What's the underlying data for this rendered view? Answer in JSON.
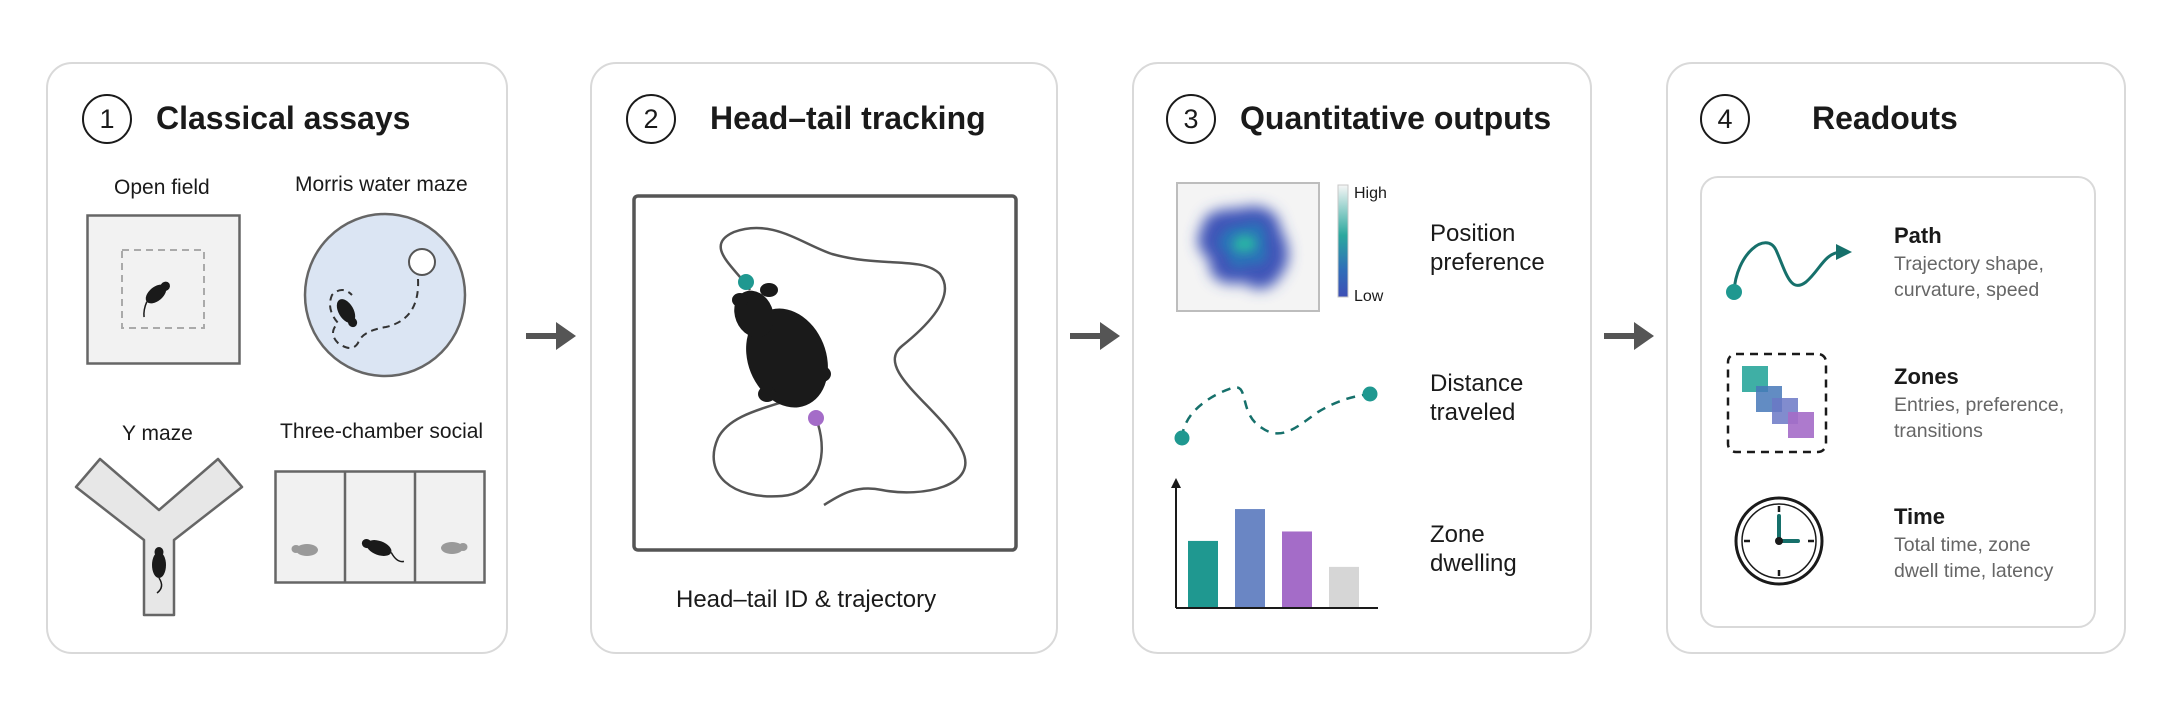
{
  "panels": [
    {
      "number": "1",
      "title": "Classical assays",
      "assays": [
        "Open field",
        "Morris water maze",
        "Y maze",
        "Three-chamber social"
      ]
    },
    {
      "number": "2",
      "title": "Head–tail tracking",
      "caption": "Head–tail ID & trajectory"
    },
    {
      "number": "3",
      "title": "Quantitative outputs",
      "heatmap_legend": {
        "high": "High",
        "low": "Low"
      },
      "outputs": [
        "Position\npreference",
        "Distance\ntraveled",
        "Zone\ndwelling"
      ]
    },
    {
      "number": "4",
      "title": "Readouts",
      "readouts": [
        {
          "title": "Path",
          "desc": "Trajectory shape,\ncurvature, speed"
        },
        {
          "title": "Zones",
          "desc": "Entries, preference,\ntransitions"
        },
        {
          "title": "Time",
          "desc": "Total time, zone\ndwell time, latency"
        }
      ]
    }
  ],
  "colors": {
    "teal": "#1f9890",
    "purple": "#a46cc8",
    "blue": "#6a86c4",
    "gray": "#d6d6d6",
    "water": "#dbe5f3",
    "dark_teal": "#16706b",
    "arrow": "#555555"
  },
  "zone_bars": [
    0.56,
    0.83,
    0.64,
    0.34
  ]
}
